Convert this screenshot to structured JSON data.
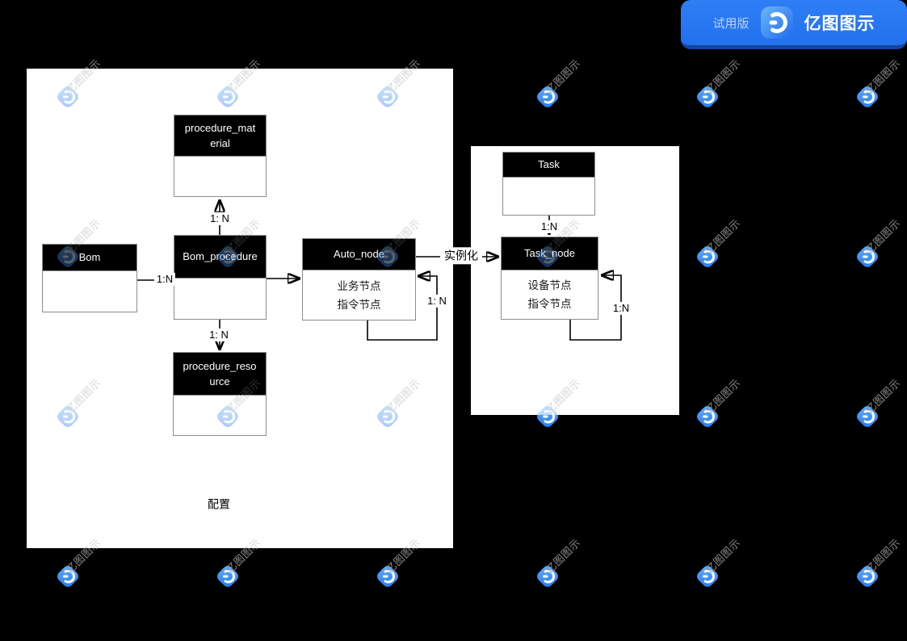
{
  "badge": {
    "trial_label": "试用版",
    "app_name": "亿图图示"
  },
  "watermark": {
    "text": "亿图图示"
  },
  "diagram": {
    "containers": [
      {
        "id": "config-group",
        "label": "配置"
      },
      {
        "id": "task-group",
        "label": ""
      }
    ],
    "entities": [
      {
        "id": "procedure_material",
        "title": "procedure_material",
        "rows": []
      },
      {
        "id": "bom",
        "title": "Bom",
        "rows": []
      },
      {
        "id": "bom_procedure",
        "title": "Bom_procedure",
        "rows": []
      },
      {
        "id": "auto_node",
        "title": "Auto_node",
        "rows": [
          "业务节点",
          "指令节点"
        ]
      },
      {
        "id": "procedure_resource",
        "title": "procedure_resource",
        "rows": []
      },
      {
        "id": "task",
        "title": "Task",
        "rows": []
      },
      {
        "id": "task_node",
        "title": "Task_node",
        "rows": [
          "设备节点",
          "指令节点"
        ]
      }
    ],
    "labels": [
      {
        "id": "bom-to-bom_procedure",
        "text": "1:N"
      },
      {
        "id": "bom_procedure-to-procedure_material",
        "text": "1: N"
      },
      {
        "id": "bom_procedure-to-procedure_resource",
        "text": "1: N"
      },
      {
        "id": "auto_node-self-loop",
        "text": "1: N"
      },
      {
        "id": "instantiation",
        "text": "实例化"
      },
      {
        "id": "task-to-task_node",
        "text": "1:N"
      },
      {
        "id": "task_node-self-loop",
        "text": "1:N"
      },
      {
        "id": "config-caption",
        "text": "配置"
      }
    ]
  }
}
